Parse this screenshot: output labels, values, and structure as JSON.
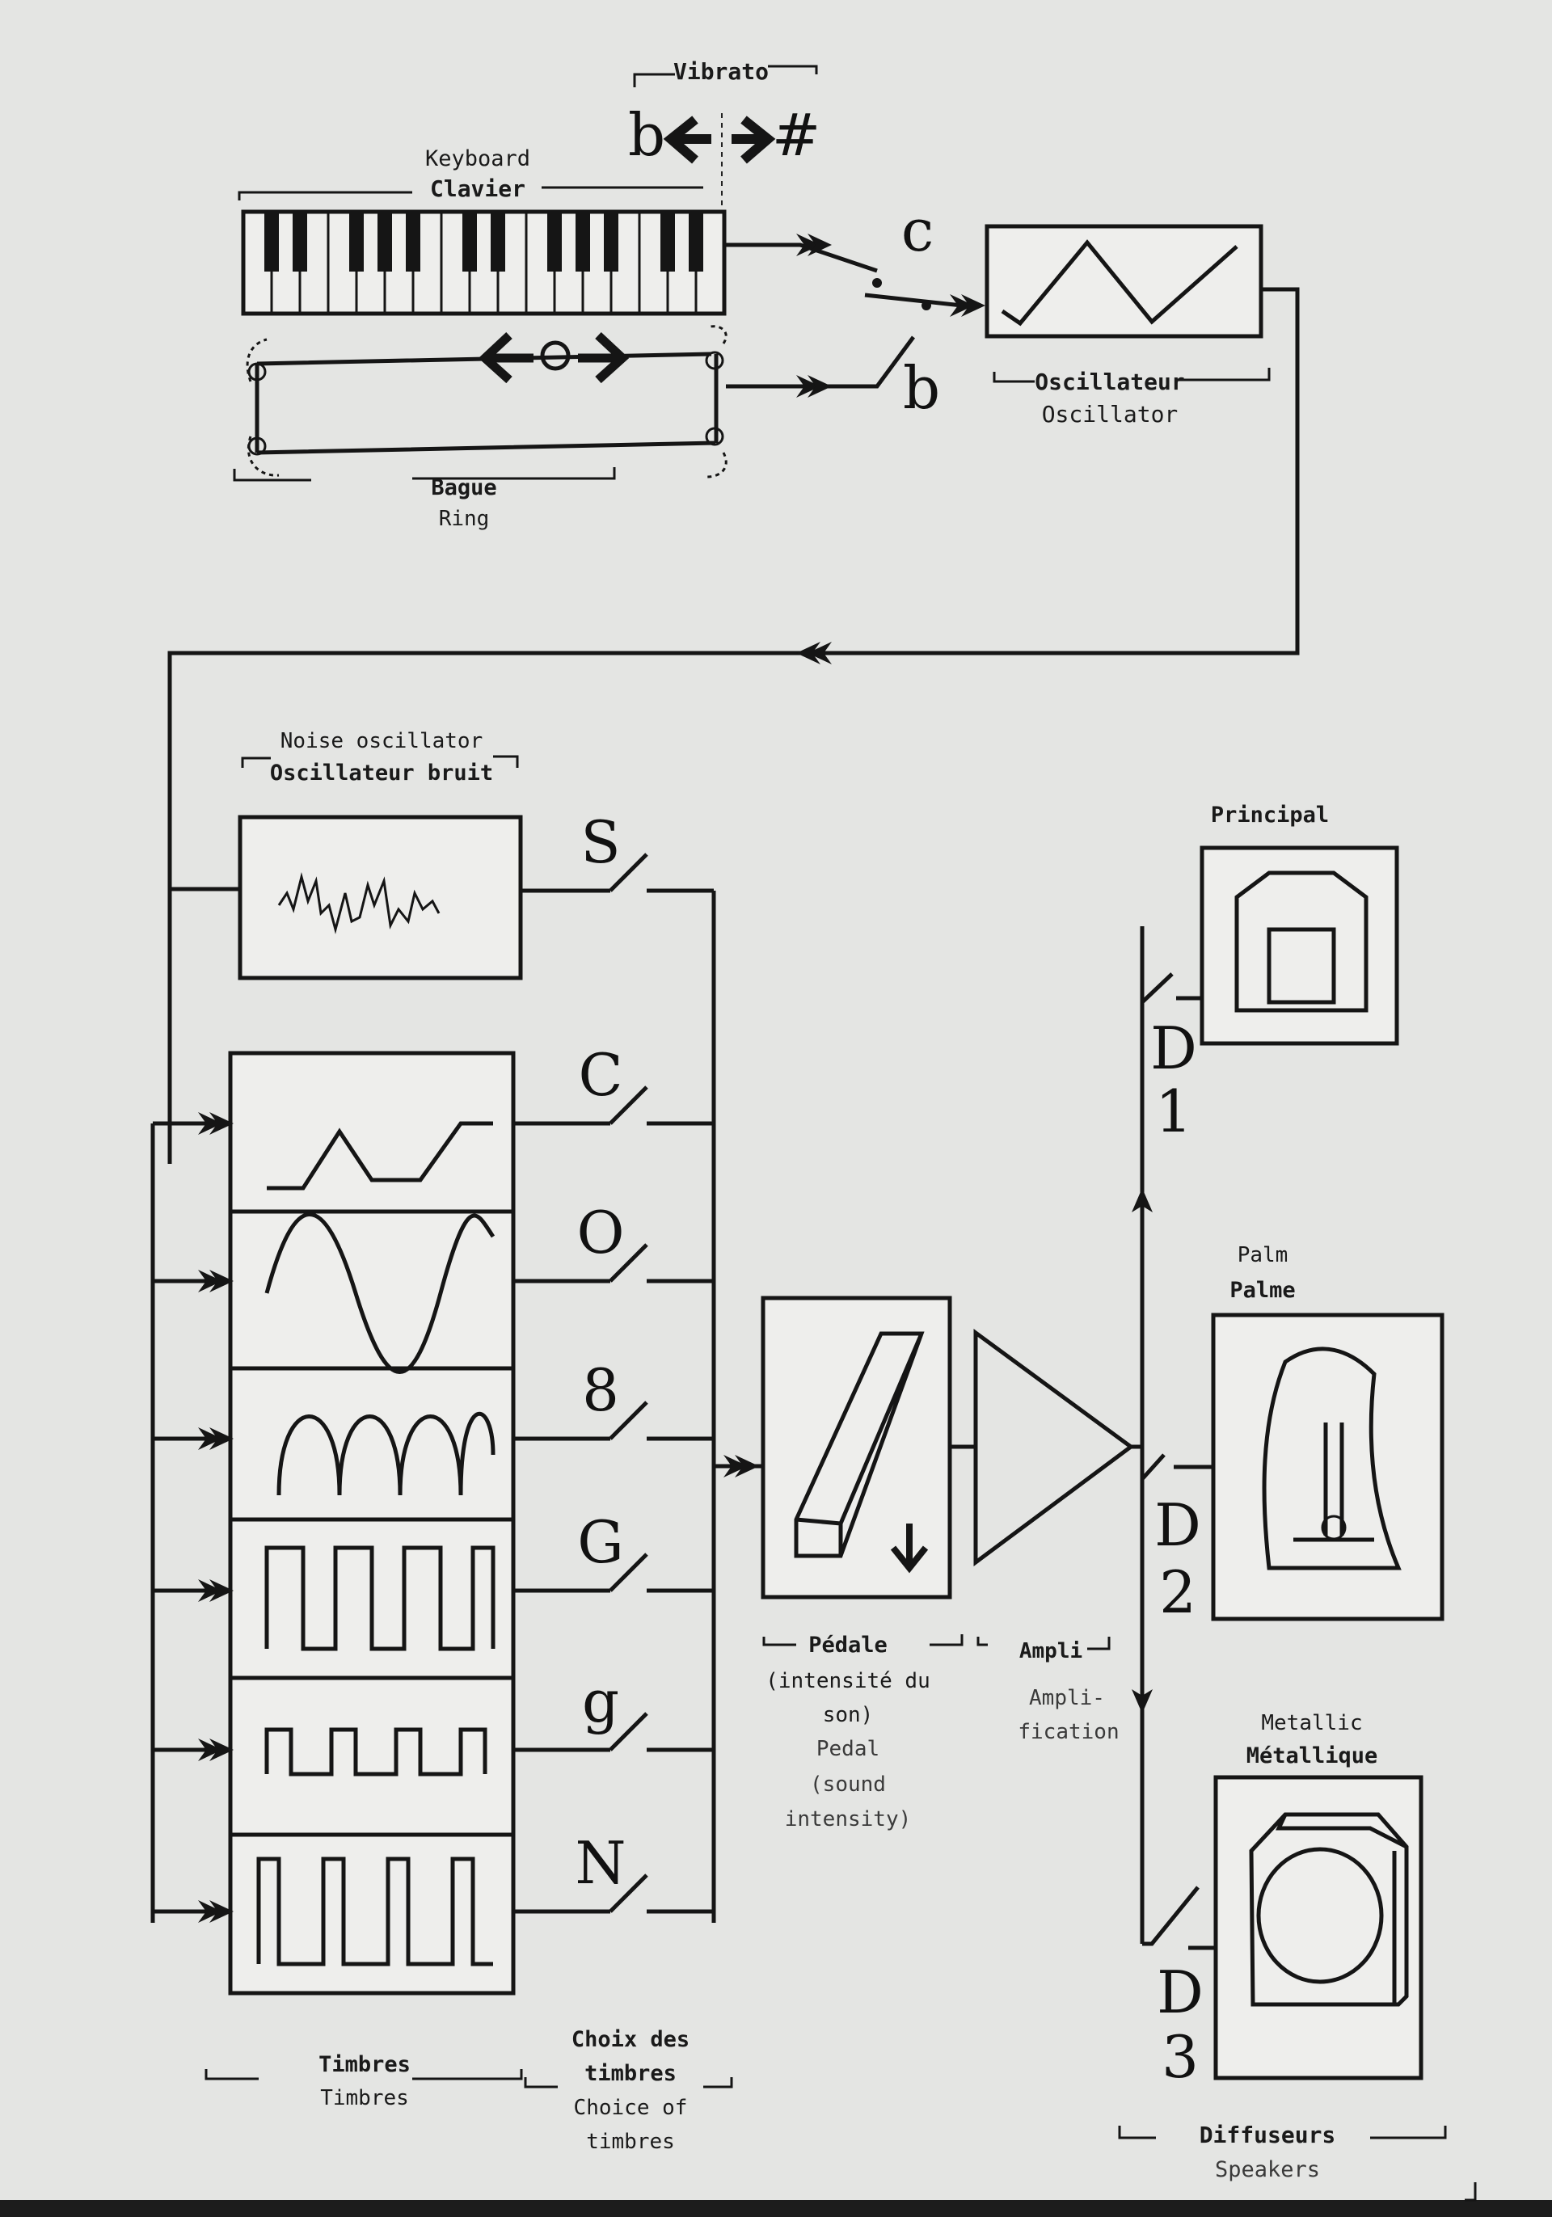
{
  "vibrato": {
    "label": "Vibrato",
    "flat": "b",
    "sharp": "#"
  },
  "keyboard": {
    "label_en": "Keyboard",
    "label_fr": "Clavier"
  },
  "ring": {
    "label_fr": "Bague",
    "label_en": "Ring"
  },
  "switches_input": {
    "c": "c",
    "b": "b"
  },
  "oscillator": {
    "label_fr": "Oscillateur",
    "label_en": "Oscillator"
  },
  "noise": {
    "label_en": "Noise oscillator",
    "label_fr": "Oscillateur bruit"
  },
  "timbre_switches": [
    "S",
    "C",
    "O",
    "8",
    "G",
    "g",
    "N"
  ],
  "timbres": {
    "label_fr": "Timbres",
    "label_en": "Timbres"
  },
  "choice": {
    "line1": "Choix des",
    "line2": "timbres",
    "line3": "Choice of",
    "line4": "timbres"
  },
  "pedal": {
    "line1": "Pédale",
    "line2": "(intensité du",
    "line3": "son)",
    "line4": "Pedal",
    "line5": "(sound",
    "line6": "intensity)"
  },
  "ampli": {
    "line1": "Ampli",
    "line2": "Ampli-",
    "line3": "fication"
  },
  "speakers": {
    "principal": {
      "label": "Principal",
      "switch": "D",
      "num": "1"
    },
    "palm": {
      "label_en": "Palm",
      "label_fr": "Palme",
      "switch": "D",
      "num": "2"
    },
    "metallic": {
      "label_en": "Metallic",
      "label_fr": "Métallique",
      "switch": "D",
      "num": "3"
    },
    "label_fr": "Diffuseurs",
    "label_en": "Speakers"
  }
}
